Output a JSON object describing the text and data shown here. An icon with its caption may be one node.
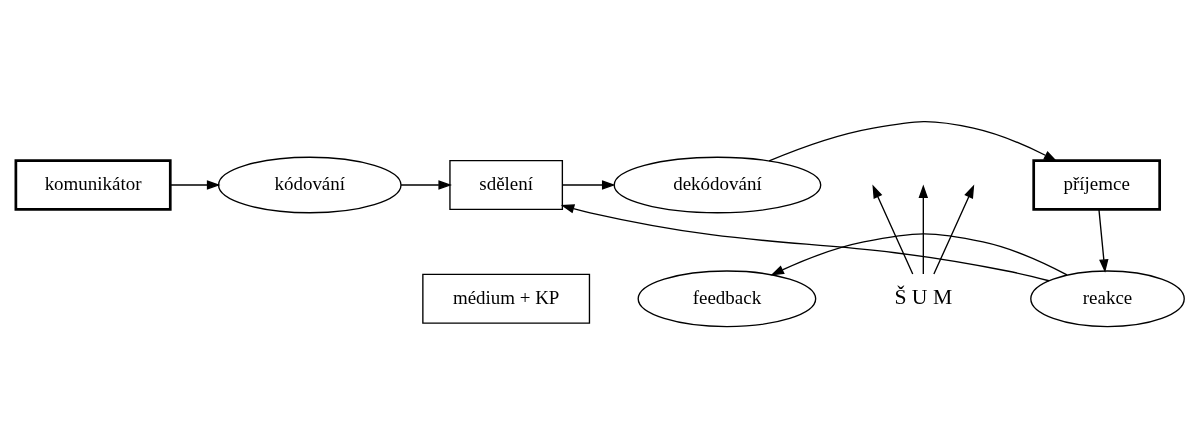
{
  "diagram": {
    "nodes": [
      {
        "text": [
          "komunikátor"
        ]
      },
      {
        "text": [
          "kódování"
        ]
      },
      {
        "text": [
          "sdělení"
        ]
      },
      {
        "text": [
          "dekódování"
        ]
      },
      {
        "text": [
          "příjemce"
        ]
      },
      {
        "text": [
          "médium + KP"
        ]
      },
      {
        "text": [
          "Š U M"
        ]
      },
      {
        "text": [
          "feedback"
        ]
      },
      {
        "text": [
          "reakce"
        ]
      }
    ],
    "edges": [
      {
        "from": 0,
        "to": 1,
        "arrow": "to"
      },
      {
        "from": 1,
        "to": 2,
        "arrow": "to"
      },
      {
        "from": 2,
        "to": 3,
        "arrow": "to"
      },
      {
        "from": 3,
        "to": 4,
        "arrow": "to"
      },
      {
        "from": 4,
        "to": 8,
        "arrow": "to"
      },
      {
        "from": 8,
        "to": 7,
        "arrow": "to"
      },
      {
        "from": 8,
        "to": 2,
        "arrow": "to"
      },
      {
        "from": 6,
        "to": null,
        "arrow": "to"
      },
      {
        "from": 6,
        "to": null,
        "arrow": "to"
      },
      {
        "from": 6,
        "to": null,
        "arrow": "to"
      }
    ]
  }
}
